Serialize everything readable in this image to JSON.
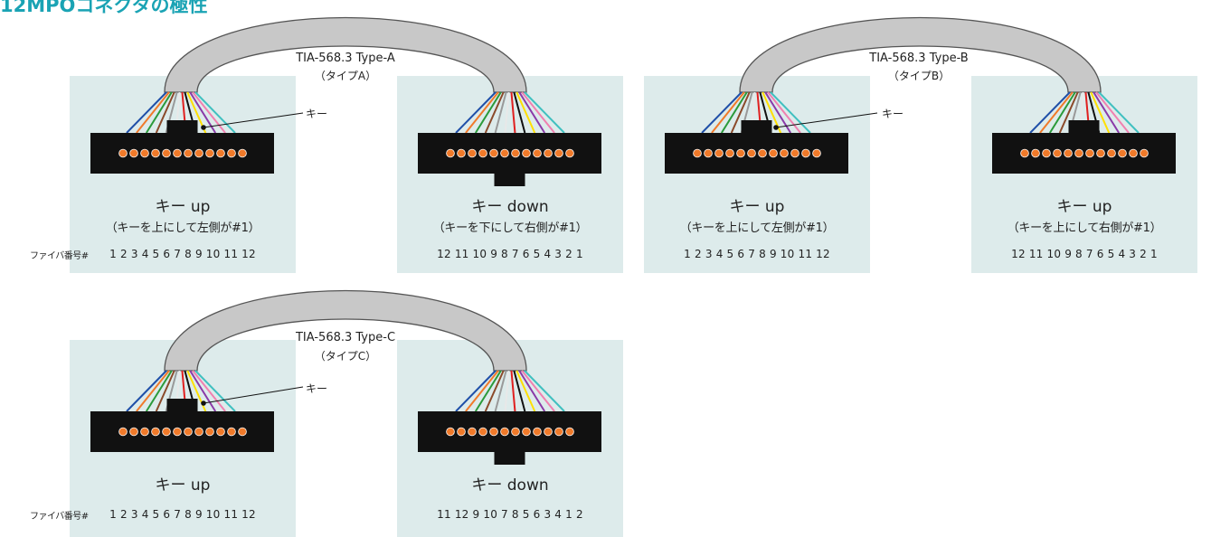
{
  "title": "12MPOコネクタの極性",
  "fiber_label": "ファイバ番号#",
  "key_pointer": "キー",
  "colors": {
    "title": "#1aa3b4",
    "panel": "#ddebeb",
    "cable": "#c8c8c8",
    "connector": "#111111",
    "fiber_dot": "#f07a2a",
    "fibers": [
      "#1f4fa8",
      "#f07a2a",
      "#2a9a3a",
      "#8b4a2a",
      "#999999",
      "#ffffff",
      "#e02020",
      "#111111",
      "#ffe000",
      "#8a3aa8",
      "#f080b0",
      "#40c0c0"
    ]
  },
  "diagrams": {
    "a": {
      "type_label": "TIA-568.3 Type-A",
      "type_sub": "（タイプA）",
      "left": {
        "key": "キー up",
        "sub": "（キーを上にして左側が#1）",
        "numbers": "1 2 3 4 5 6 7 8 9 10 11 12"
      },
      "right": {
        "key": "キー down",
        "sub": "（キーを下にして右側が#1）",
        "numbers": "12 11 10 9 8 7 6 5 4 3 2 1"
      }
    },
    "b": {
      "type_label": "TIA-568.3 Type-B",
      "type_sub": "（タイプB）",
      "left": {
        "key": "キー up",
        "sub": "（キーを上にして左側が#1）",
        "numbers": "1 2 3 4 5 6 7 8 9 10 11 12"
      },
      "right": {
        "key": "キー up",
        "sub": "（キーを上にして右側が#1）",
        "numbers": "12 11 10 9 8 7 6 5 4 3 2 1"
      }
    },
    "c": {
      "type_label": "TIA-568.3 Type-C",
      "type_sub": "（タイプC）",
      "left": {
        "key": "キー up",
        "numbers": "1 2 3 4 5 6 7 8 9 10 11 12"
      },
      "right": {
        "key": "キー down",
        "numbers": "11 12 9 10 7 8 5 6 3 4 1 2"
      }
    }
  }
}
